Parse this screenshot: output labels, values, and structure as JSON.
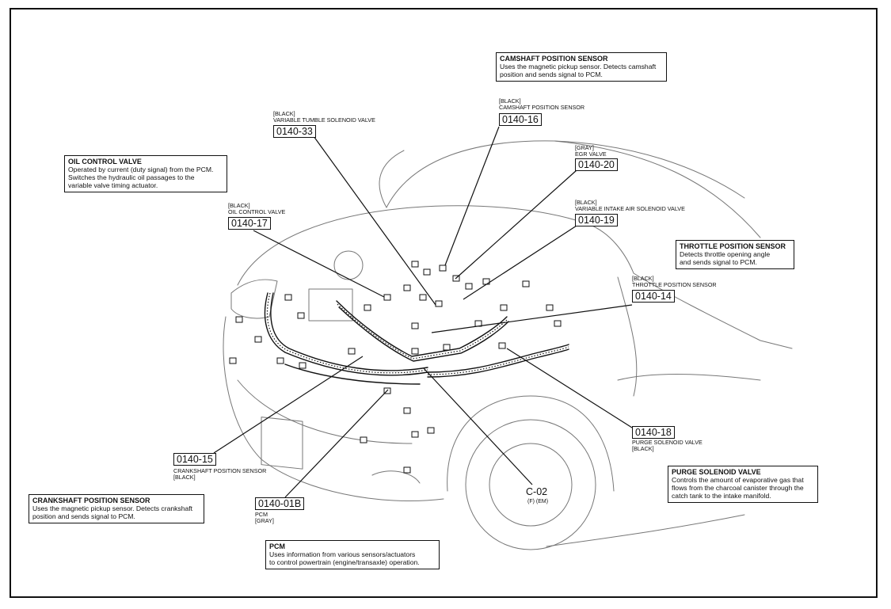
{
  "callouts": {
    "camshaft": {
      "title": "CAMSHAFT POSITION SENSOR",
      "body": "Uses the magnetic pickup sensor. Detects camshaft\nposition and sends signal to PCM."
    },
    "oil_control": {
      "title": "OIL CONTROL VALVE",
      "body": "Operated by current (duty signal) from the PCM.\nSwitches the hydraulic oil passages  to the\nvariable valve timing actuator."
    },
    "throttle": {
      "title": "THROTTLE POSITION SENSOR",
      "body": "Detects throttle opening angle\nand sends signal to PCM."
    },
    "purge": {
      "title": "PURGE SOLENOID VALVE",
      "body": "Controls the amount of evaporative gas that\nflows from the charcoal canister through the\ncatch tank to the intake manifold."
    },
    "crankshaft": {
      "title": "CRANKSHAFT POSITION SENSOR",
      "body": "Uses the magnetic pickup sensor. Detects crankshaft\nposition and sends signal to PCM."
    },
    "pcm": {
      "title": "PCM",
      "body": "Uses information from various sensors/actuators\nto control powertrain (engine/transaxle) operation."
    }
  },
  "connectors": {
    "c33": {
      "label": "[BLACK]\nVARIABLE TUMBLE SOLENOID VALVE",
      "code": "0140-33"
    },
    "c16": {
      "label": "[BLACK]\nCAMSHAFT POSITION SENSOR",
      "code": "0140-16"
    },
    "c20": {
      "label": "[GRAY]\nEGR VALVE",
      "code": "0140-20"
    },
    "c19": {
      "label": "[BLACK]\nVARIABLE INTAKE AIR SOLENOID VALVE",
      "code": "0140-19"
    },
    "c17": {
      "label": "[BLACK]\nOIL CONTROL VALVE",
      "code": "0140-17"
    },
    "c14": {
      "label": "[BLACK]\nTHROTTLE POSITION SENSOR",
      "code": "0140-14"
    },
    "c18": {
      "label": "PURGE SOLENOID VALVE\n[BLACK]",
      "code": "0140-18"
    },
    "c15": {
      "label": "CRANKSHAFT POSITION SENSOR\n[BLACK]",
      "code": "0140-15"
    },
    "c01b": {
      "label": "PCM\n[GRAY]",
      "code": "0140-01B"
    },
    "c02": {
      "label": "(F) (EM)",
      "code": "C-02"
    }
  }
}
